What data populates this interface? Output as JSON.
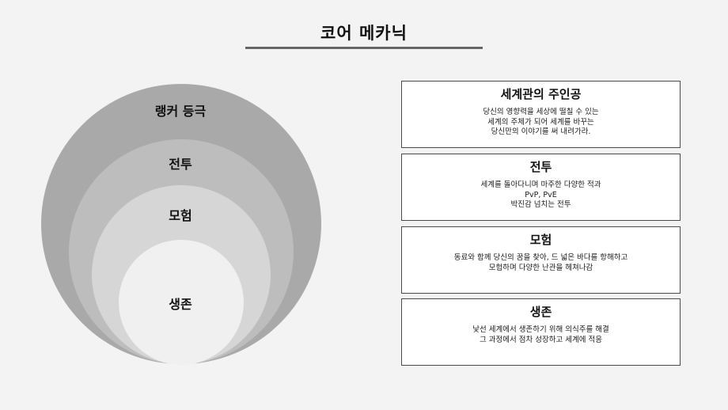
{
  "page": {
    "title": "코어 메카닉"
  },
  "diagram": {
    "rings": [
      {
        "label": "랭커 등극",
        "color": "#a9a9a9"
      },
      {
        "label": "전투",
        "color": "#bdbdbd"
      },
      {
        "label": "모험",
        "color": "#d6d6d6"
      },
      {
        "label": "생존",
        "color": "#f0f0f0"
      }
    ]
  },
  "cards": [
    {
      "title": "세계관의 주인공",
      "lines": [
        "당신의 영향력을 세상에 떨칠 수 있는",
        "세계의 주체가 되어 세계를 바꾸는",
        "당신만의 이야기를 써 내려가라."
      ]
    },
    {
      "title": "전투",
      "lines": [
        "세계를 돌아다니며 마주한 다양한 적과",
        "PvP, PvE",
        "박진감 넘치는 전투"
      ]
    },
    {
      "title": "모험",
      "lines": [
        "동료와 함께 당신의 꿈을 찾아, 드 넓은 바다를 항해하고",
        "모험하며 다양한 난관을 헤쳐나감"
      ]
    },
    {
      "title": "생존",
      "lines": [
        "낯선 세계에서 생존하기 위해 의식주를 해결",
        "그 과정에서 점차 성장하고 세계에 적응"
      ]
    }
  ]
}
